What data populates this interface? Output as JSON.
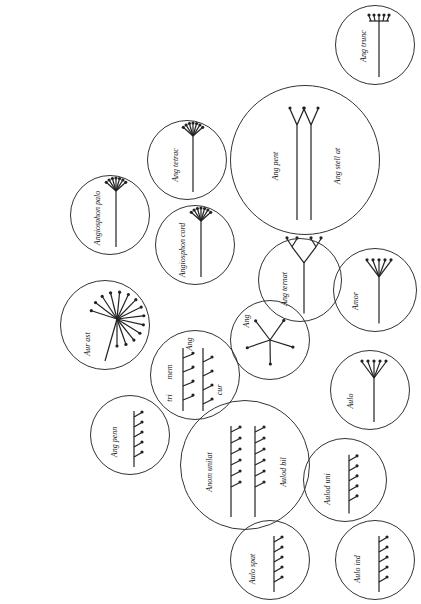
{
  "diagram": {
    "nodes": [
      {
        "text": [
          "Ang trunc"
        ]
      },
      {
        "text": [
          "Ang pent",
          "Ang stell at"
        ]
      },
      {
        "text": [
          "Ang tetrac"
        ]
      },
      {
        "text": [
          "Angiosphon palo"
        ]
      },
      {
        "text": [
          "Angiosphon cord"
        ]
      },
      {
        "text": [
          "Ang ternat"
        ]
      },
      {
        "text": [
          "Amor"
        ]
      },
      {
        "text": [
          "Ang"
        ]
      },
      {
        "text": [
          "Aur ast"
        ]
      },
      {
        "text": [
          "Ang",
          "mem",
          "tri",
          "cur"
        ]
      },
      {
        "text": [
          "Aulo"
        ]
      },
      {
        "text": [
          "Ang penn"
        ]
      },
      {
        "text": [
          "Anom unilat",
          "Aulod bil"
        ]
      },
      {
        "text": [
          "Aulod uni"
        ]
      },
      {
        "text": [
          "Aulo spat"
        ]
      },
      {
        "text": [
          "Aulo ind"
        ]
      }
    ],
    "edges": []
  }
}
